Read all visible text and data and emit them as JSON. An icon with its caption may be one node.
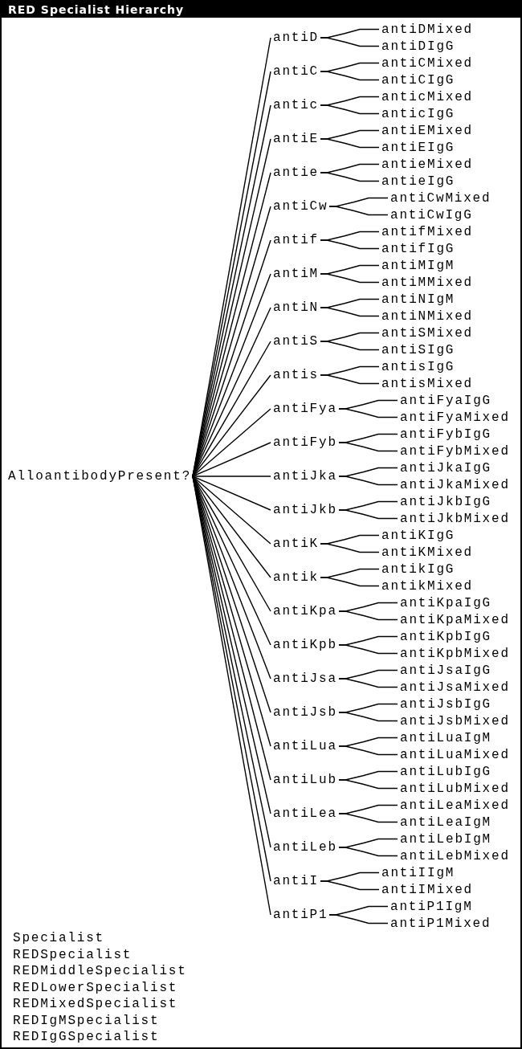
{
  "diagram": {
    "title": "RED Specialist Hierarchy",
    "nodes": [
      {
        "text": [
          "AlloantibodyPresent?"
        ]
      },
      {
        "text": [
          "antiD"
        ]
      },
      {
        "text": [
          "antiDMixed"
        ]
      },
      {
        "text": [
          "antiDIgG"
        ]
      },
      {
        "text": [
          "antiC"
        ]
      },
      {
        "text": [
          "antiCMixed"
        ]
      },
      {
        "text": [
          "antiCIgG"
        ]
      },
      {
        "text": [
          "antic"
        ]
      },
      {
        "text": [
          "anticMixed"
        ]
      },
      {
        "text": [
          "anticIgG"
        ]
      },
      {
        "text": [
          "antiE"
        ]
      },
      {
        "text": [
          "antiEMixed"
        ]
      },
      {
        "text": [
          "antiEIgG"
        ]
      },
      {
        "text": [
          "antie"
        ]
      },
      {
        "text": [
          "antieMixed"
        ]
      },
      {
        "text": [
          "antieIgG"
        ]
      },
      {
        "text": [
          "antiCw"
        ]
      },
      {
        "text": [
          "antiCwMixed"
        ]
      },
      {
        "text": [
          "antiCwIgG"
        ]
      },
      {
        "text": [
          "antif"
        ]
      },
      {
        "text": [
          "antifMixed"
        ]
      },
      {
        "text": [
          "antifIgG"
        ]
      },
      {
        "text": [
          "antiM"
        ]
      },
      {
        "text": [
          "antiMIgM"
        ]
      },
      {
        "text": [
          "antiMMixed"
        ]
      },
      {
        "text": [
          "antiN"
        ]
      },
      {
        "text": [
          "antiNIgM"
        ]
      },
      {
        "text": [
          "antiNMixed"
        ]
      },
      {
        "text": [
          "antiS"
        ]
      },
      {
        "text": [
          "antiSMixed"
        ]
      },
      {
        "text": [
          "antiSIgG"
        ]
      },
      {
        "text": [
          "antis"
        ]
      },
      {
        "text": [
          "antisIgG"
        ]
      },
      {
        "text": [
          "antisMixed"
        ]
      },
      {
        "text": [
          "antiFya"
        ]
      },
      {
        "text": [
          "antiFyaIgG"
        ]
      },
      {
        "text": [
          "antiFyaMixed"
        ]
      },
      {
        "text": [
          "antiFyb"
        ]
      },
      {
        "text": [
          "antiFybIgG"
        ]
      },
      {
        "text": [
          "antiFybMixed"
        ]
      },
      {
        "text": [
          "antiJka"
        ]
      },
      {
        "text": [
          "antiJkaIgG"
        ]
      },
      {
        "text": [
          "antiJkaMixed"
        ]
      },
      {
        "text": [
          "antiJkb"
        ]
      },
      {
        "text": [
          "antiJkbIgG"
        ]
      },
      {
        "text": [
          "antiJkbMixed"
        ]
      },
      {
        "text": [
          "antiK"
        ]
      },
      {
        "text": [
          "antiKIgG"
        ]
      },
      {
        "text": [
          "antiKMixed"
        ]
      },
      {
        "text": [
          "antik"
        ]
      },
      {
        "text": [
          "antikIgG"
        ]
      },
      {
        "text": [
          "antikMixed"
        ]
      },
      {
        "text": [
          "antiKpa"
        ]
      },
      {
        "text": [
          "antiKpaIgG"
        ]
      },
      {
        "text": [
          "antiKpaMixed"
        ]
      },
      {
        "text": [
          "antiKpb"
        ]
      },
      {
        "text": [
          "antiKpbIgG"
        ]
      },
      {
        "text": [
          "antiKpbMixed"
        ]
      },
      {
        "text": [
          "antiJsa"
        ]
      },
      {
        "text": [
          "antiJsaIgG"
        ]
      },
      {
        "text": [
          "antiJsaMixed"
        ]
      },
      {
        "text": [
          "antiJsb"
        ]
      },
      {
        "text": [
          "antiJsbIgG"
        ]
      },
      {
        "text": [
          "antiJsbMixed"
        ]
      },
      {
        "text": [
          "antiLua"
        ]
      },
      {
        "text": [
          "antiLuaIgM"
        ]
      },
      {
        "text": [
          "antiLuaMixed"
        ]
      },
      {
        "text": [
          "antiLub"
        ]
      },
      {
        "text": [
          "antiLubIgG"
        ]
      },
      {
        "text": [
          "antiLubMixed"
        ]
      },
      {
        "text": [
          "antiLea"
        ]
      },
      {
        "text": [
          "antiLeaMixed"
        ]
      },
      {
        "text": [
          "antiLeaIgM"
        ]
      },
      {
        "text": [
          "antiLeb"
        ]
      },
      {
        "text": [
          "antiLebIgM"
        ]
      },
      {
        "text": [
          "antiLebMixed"
        ]
      },
      {
        "text": [
          "antiI"
        ]
      },
      {
        "text": [
          "antiIIgM"
        ]
      },
      {
        "text": [
          "antiIMixed"
        ]
      },
      {
        "text": [
          "antiP1"
        ]
      },
      {
        "text": [
          "antiP1IgM"
        ]
      },
      {
        "text": [
          "antiP1Mixed"
        ]
      }
    ],
    "edges": [
      {
        "from": 0,
        "to": 1,
        "arrow": "none"
      },
      {
        "from": 1,
        "to": 2,
        "arrow": "none"
      },
      {
        "from": 1,
        "to": 3,
        "arrow": "none"
      },
      {
        "from": 0,
        "to": 4,
        "arrow": "none"
      },
      {
        "from": 4,
        "to": 5,
        "arrow": "none"
      },
      {
        "from": 4,
        "to": 6,
        "arrow": "none"
      },
      {
        "from": 0,
        "to": 7,
        "arrow": "none"
      },
      {
        "from": 7,
        "to": 8,
        "arrow": "none"
      },
      {
        "from": 7,
        "to": 9,
        "arrow": "none"
      },
      {
        "from": 0,
        "to": 10,
        "arrow": "none"
      },
      {
        "from": 10,
        "to": 11,
        "arrow": "none"
      },
      {
        "from": 10,
        "to": 12,
        "arrow": "none"
      },
      {
        "from": 0,
        "to": 13,
        "arrow": "none"
      },
      {
        "from": 13,
        "to": 14,
        "arrow": "none"
      },
      {
        "from": 13,
        "to": 15,
        "arrow": "none"
      },
      {
        "from": 0,
        "to": 16,
        "arrow": "none"
      },
      {
        "from": 16,
        "to": 17,
        "arrow": "none"
      },
      {
        "from": 16,
        "to": 18,
        "arrow": "none"
      },
      {
        "from": 0,
        "to": 19,
        "arrow": "none"
      },
      {
        "from": 19,
        "to": 20,
        "arrow": "none"
      },
      {
        "from": 19,
        "to": 21,
        "arrow": "none"
      },
      {
        "from": 0,
        "to": 22,
        "arrow": "none"
      },
      {
        "from": 22,
        "to": 23,
        "arrow": "none"
      },
      {
        "from": 22,
        "to": 24,
        "arrow": "none"
      },
      {
        "from": 0,
        "to": 25,
        "arrow": "none"
      },
      {
        "from": 25,
        "to": 26,
        "arrow": "none"
      },
      {
        "from": 25,
        "to": 27,
        "arrow": "none"
      },
      {
        "from": 0,
        "to": 28,
        "arrow": "none"
      },
      {
        "from": 28,
        "to": 29,
        "arrow": "none"
      },
      {
        "from": 28,
        "to": 30,
        "arrow": "none"
      },
      {
        "from": 0,
        "to": 31,
        "arrow": "none"
      },
      {
        "from": 31,
        "to": 32,
        "arrow": "none"
      },
      {
        "from": 31,
        "to": 33,
        "arrow": "none"
      },
      {
        "from": 0,
        "to": 34,
        "arrow": "none"
      },
      {
        "from": 34,
        "to": 35,
        "arrow": "none"
      },
      {
        "from": 34,
        "to": 36,
        "arrow": "none"
      },
      {
        "from": 0,
        "to": 37,
        "arrow": "none"
      },
      {
        "from": 37,
        "to": 38,
        "arrow": "none"
      },
      {
        "from": 37,
        "to": 39,
        "arrow": "none"
      },
      {
        "from": 0,
        "to": 40,
        "arrow": "none"
      },
      {
        "from": 40,
        "to": 41,
        "arrow": "none"
      },
      {
        "from": 40,
        "to": 42,
        "arrow": "none"
      },
      {
        "from": 0,
        "to": 43,
        "arrow": "none"
      },
      {
        "from": 43,
        "to": 44,
        "arrow": "none"
      },
      {
        "from": 43,
        "to": 45,
        "arrow": "none"
      },
      {
        "from": 0,
        "to": 46,
        "arrow": "none"
      },
      {
        "from": 46,
        "to": 47,
        "arrow": "none"
      },
      {
        "from": 46,
        "to": 48,
        "arrow": "none"
      },
      {
        "from": 0,
        "to": 49,
        "arrow": "none"
      },
      {
        "from": 49,
        "to": 50,
        "arrow": "none"
      },
      {
        "from": 49,
        "to": 51,
        "arrow": "none"
      },
      {
        "from": 0,
        "to": 52,
        "arrow": "none"
      },
      {
        "from": 52,
        "to": 53,
        "arrow": "none"
      },
      {
        "from": 52,
        "to": 54,
        "arrow": "none"
      },
      {
        "from": 0,
        "to": 55,
        "arrow": "none"
      },
      {
        "from": 55,
        "to": 56,
        "arrow": "none"
      },
      {
        "from": 55,
        "to": 57,
        "arrow": "none"
      },
      {
        "from": 0,
        "to": 58,
        "arrow": "none"
      },
      {
        "from": 58,
        "to": 59,
        "arrow": "none"
      },
      {
        "from": 58,
        "to": 60,
        "arrow": "none"
      },
      {
        "from": 0,
        "to": 61,
        "arrow": "none"
      },
      {
        "from": 61,
        "to": 62,
        "arrow": "none"
      },
      {
        "from": 61,
        "to": 63,
        "arrow": "none"
      },
      {
        "from": 0,
        "to": 64,
        "arrow": "none"
      },
      {
        "from": 64,
        "to": 65,
        "arrow": "none"
      },
      {
        "from": 64,
        "to": 66,
        "arrow": "none"
      },
      {
        "from": 0,
        "to": 67,
        "arrow": "none"
      },
      {
        "from": 67,
        "to": 68,
        "arrow": "none"
      },
      {
        "from": 67,
        "to": 69,
        "arrow": "none"
      },
      {
        "from": 0,
        "to": 70,
        "arrow": "none"
      },
      {
        "from": 70,
        "to": 71,
        "arrow": "none"
      },
      {
        "from": 70,
        "to": 72,
        "arrow": "none"
      },
      {
        "from": 0,
        "to": 73,
        "arrow": "none"
      },
      {
        "from": 73,
        "to": 74,
        "arrow": "none"
      },
      {
        "from": 73,
        "to": 75,
        "arrow": "none"
      },
      {
        "from": 0,
        "to": 76,
        "arrow": "none"
      },
      {
        "from": 76,
        "to": 77,
        "arrow": "none"
      },
      {
        "from": 76,
        "to": 78,
        "arrow": "none"
      },
      {
        "from": 0,
        "to": 79,
        "arrow": "none"
      },
      {
        "from": 79,
        "to": 80,
        "arrow": "none"
      },
      {
        "from": 79,
        "to": 81,
        "arrow": "none"
      }
    ],
    "labels": [
      "Specialist",
      "REDSpecialist",
      "REDMiddleSpecialist",
      "REDLowerSpecialist",
      "REDMixedSpecialist",
      "REDIgMSpecialist",
      "REDIgGSpecialist"
    ]
  }
}
